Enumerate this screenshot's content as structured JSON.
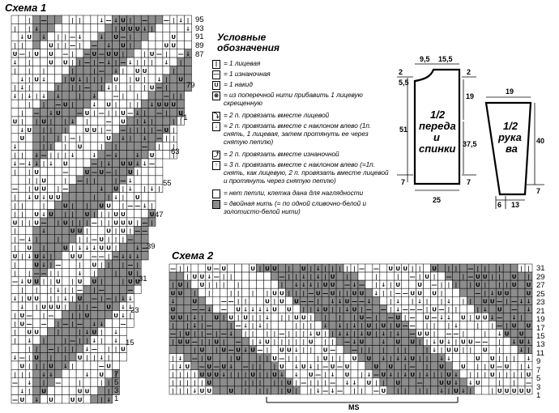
{
  "scheme1": {
    "title": "Схема 1",
    "row_numbers": [
      "95",
      "93",
      "91",
      "89",
      "87",
      "79",
      "71",
      "63",
      "55",
      "47",
      "39",
      "31",
      "23",
      "15",
      "7",
      "5",
      "3",
      "1"
    ]
  },
  "scheme2": {
    "title": "Схема 2",
    "row_numbers": [
      "31",
      "29",
      "27",
      "25",
      "23",
      "21",
      "19",
      "17",
      "15",
      "13",
      "11",
      "9",
      "7",
      "5",
      "3",
      "1"
    ],
    "ms_label": "MS"
  },
  "legend": {
    "title_line1": "Условные",
    "title_line2": "обозначения",
    "items": [
      {
        "symbol": "|",
        "grey": false,
        "text": "= 1 лицевая"
      },
      {
        "symbol": "—",
        "grey": false,
        "text": "= 1 изнаночная"
      },
      {
        "symbol": "U",
        "grey": false,
        "text": "= 1 накид"
      },
      {
        "symbol": "⊗",
        "grey": false,
        "text": "= из поперечной нити прибавить 1 лицевую скрещенную"
      },
      {
        "symbol": "⤵",
        "grey": false,
        "text": "= 2 п. провязать вместе лицевой"
      },
      {
        "symbol": "↓",
        "grey": false,
        "text": "= 2 п. провязать вместе с наклоном влево (1п. снять, 1 лицевая, затем протянуть ее через снятую петлю)"
      },
      {
        "symbol": "⤴",
        "grey": false,
        "text": "= 2 п. провязать вместе изнаночной"
      },
      {
        "symbol": "↑",
        "grey": false,
        "text": "= 3 п. провязать вместе с наклоном влево (=1п. снять, как лицевую, 2 п. провязать вместе лицевой и протянуть через снятую петлю)"
      },
      {
        "symbol": "",
        "grey": false,
        "text": "= нет петли, клетка дана для наглядности"
      },
      {
        "symbol": "",
        "grey": true,
        "text": "= двойная нить (= по одной сливочно-белой и золотисто-белой нити)"
      }
    ]
  },
  "front_piece": {
    "label_line1": "1/2",
    "label_line2": "переда",
    "label_line3": "и",
    "label_line4": "спинки",
    "dims": {
      "top_a": "9,5",
      "top_b": "15,5",
      "left_a": "2",
      "left_b": "5,5",
      "right_a": "2",
      "right_b": "19",
      "height": "51",
      "body": "37,5",
      "hem_left": "7",
      "hem_right": "7",
      "width": "25"
    }
  },
  "sleeve_piece": {
    "label_line1": "1/2",
    "label_line2": "рука",
    "label_line3": "ва",
    "dims": {
      "top": "19",
      "height": "40",
      "hem": "7",
      "bottom_a": "6",
      "bottom_b": "13"
    }
  },
  "colors": {
    "grey": "#8c8c8c",
    "line": "#000000",
    "background": "#ffffff"
  }
}
